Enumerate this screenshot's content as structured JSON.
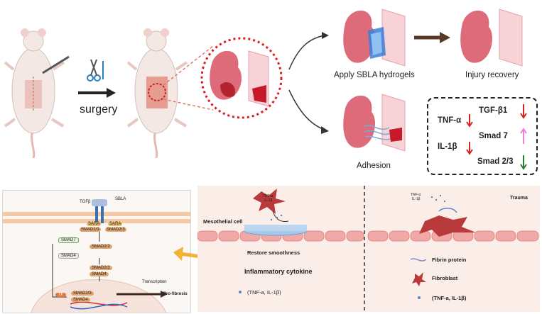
{
  "top": {
    "surgery_label": "surgery",
    "apply_label": "Apply SBLA hydrogels",
    "recovery_label": "Injury recovery",
    "adhesion_label": "Adhesion"
  },
  "legend": {
    "tnf": "TNF-α",
    "il": "IL-1β",
    "tgf": "TGF-β1",
    "smad7": "Smad 7",
    "smad23": "Smad 2/3",
    "colors": {
      "down": "#d62222",
      "up": "#f07fd6",
      "green_down": "#2e7d32"
    }
  },
  "pathway": {
    "tgf": "TGFβ",
    "sbla": "SBLA",
    "sara_left": "SARA",
    "sara_right": "SARA",
    "smad23_left": "SMAD2/3",
    "smad23_right": "SMAD2/3",
    "smad7": "SMAD7",
    "smad4_a": "SMAD4",
    "smad23_mid": "SMAD2/3",
    "smad23_low": "SMAD2/3",
    "smad4_low": "SMAD4",
    "tf": "TF",
    "smad23_nuc": "SMAD2/3",
    "smad4_nuc": "SMAD4",
    "p": "P",
    "transcription": "Transcription",
    "profibrosis": "Pro-fibrosis"
  },
  "mid_panel": {
    "tnf_il": [
      "TNF-α",
      "IL-1β"
    ],
    "mesothelial": "Mesothelial cell",
    "restore": "Restore smoothness",
    "inflammatory": "Inflammatory cytokine",
    "legend_item": "(TNF-a, IL-1β)"
  },
  "right_panel": {
    "tnf_il": [
      "TNF-α",
      "IL-1β"
    ],
    "trauma": "Trauma",
    "fibrin": "Fibrin protein",
    "fibroblast": "Fibroblast",
    "legend_item": "(TNF-a, IL-1β)"
  }
}
